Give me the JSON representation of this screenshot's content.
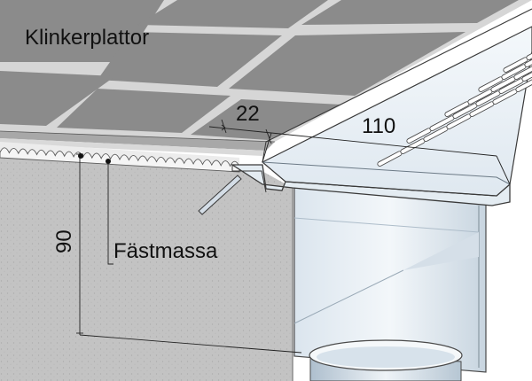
{
  "labels": {
    "tiles": "Klinkerplattor",
    "adhesive": "Fästmassa",
    "dim_gap": "22",
    "dim_width": "110",
    "dim_depth": "90"
  },
  "colors": {
    "concrete": "#c3c3c3",
    "tile": "#8b8b8b",
    "grout": "#d6d6d6",
    "steel_light": "#e6eef5",
    "steel_mid": "#c4d2de",
    "outline": "#3a3a3a"
  }
}
